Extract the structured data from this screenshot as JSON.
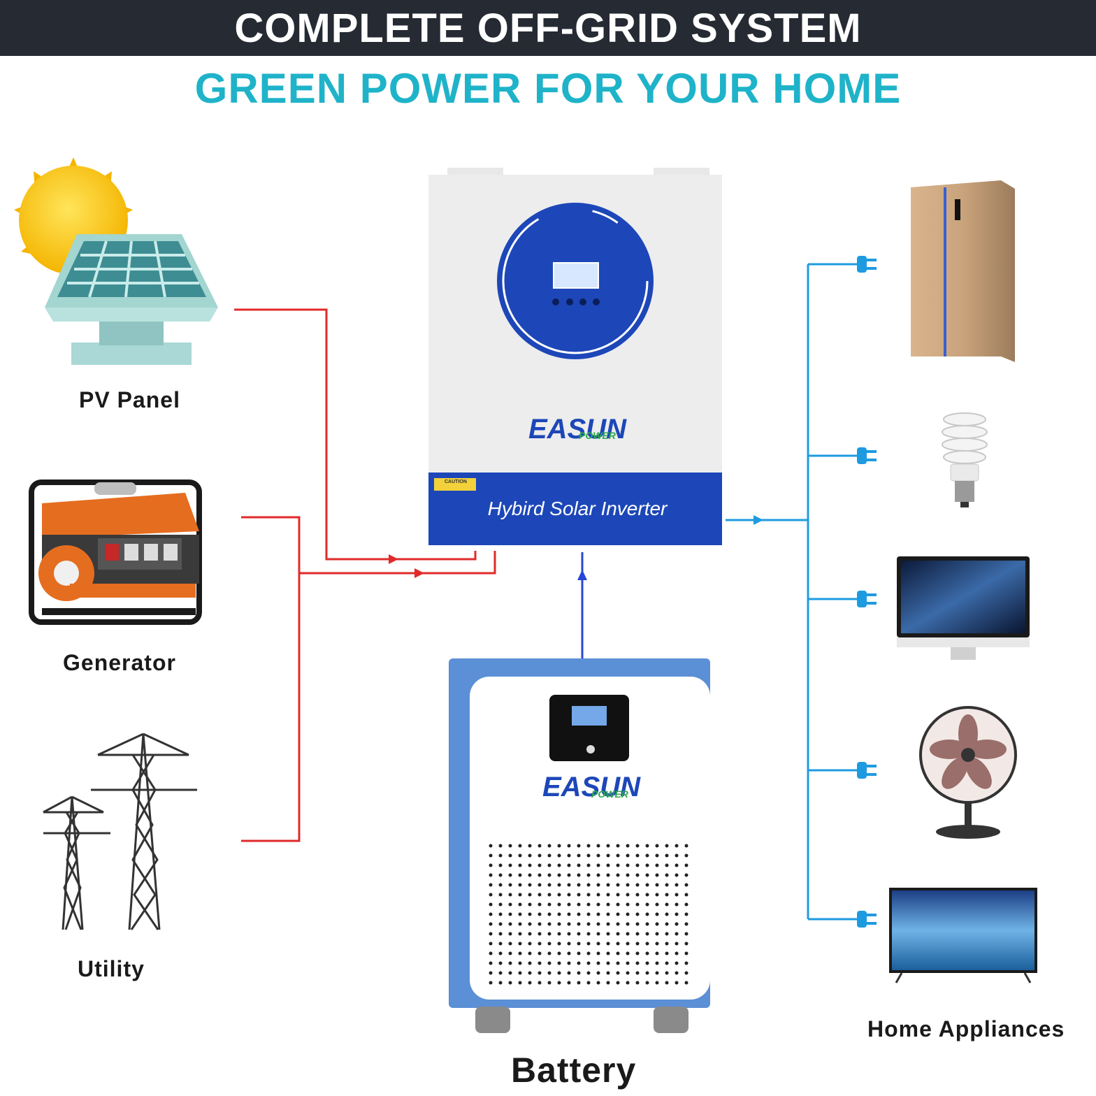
{
  "header": {
    "title": "COMPLETE OFF-GRID SYSTEM",
    "subtitle": "GREEN POWER FOR YOUR HOME"
  },
  "sources": {
    "pv_panel": "PV Panel",
    "generator": "Generator",
    "utility": "Utility"
  },
  "inverter": {
    "name": "Hybird Solar Inverter",
    "brand": "EASUN",
    "brand_sub": "POWER",
    "caution": "CAUTION"
  },
  "battery": {
    "label": "Battery",
    "brand": "EASUN",
    "brand_sub": "POWER"
  },
  "loads": {
    "label": "Home Appliances",
    "items": [
      "refrigerator-icon",
      "light-bulb-icon",
      "monitor-icon",
      "fan-icon",
      "tv-icon"
    ]
  },
  "colors": {
    "header_bg": "#252a33",
    "subtitle": "#1fb3c9",
    "input_lines": "#e02a2a",
    "battery_line": "#2747d6",
    "output_lines": "#1e9be0",
    "inverter_blue": "#1d47b8"
  }
}
